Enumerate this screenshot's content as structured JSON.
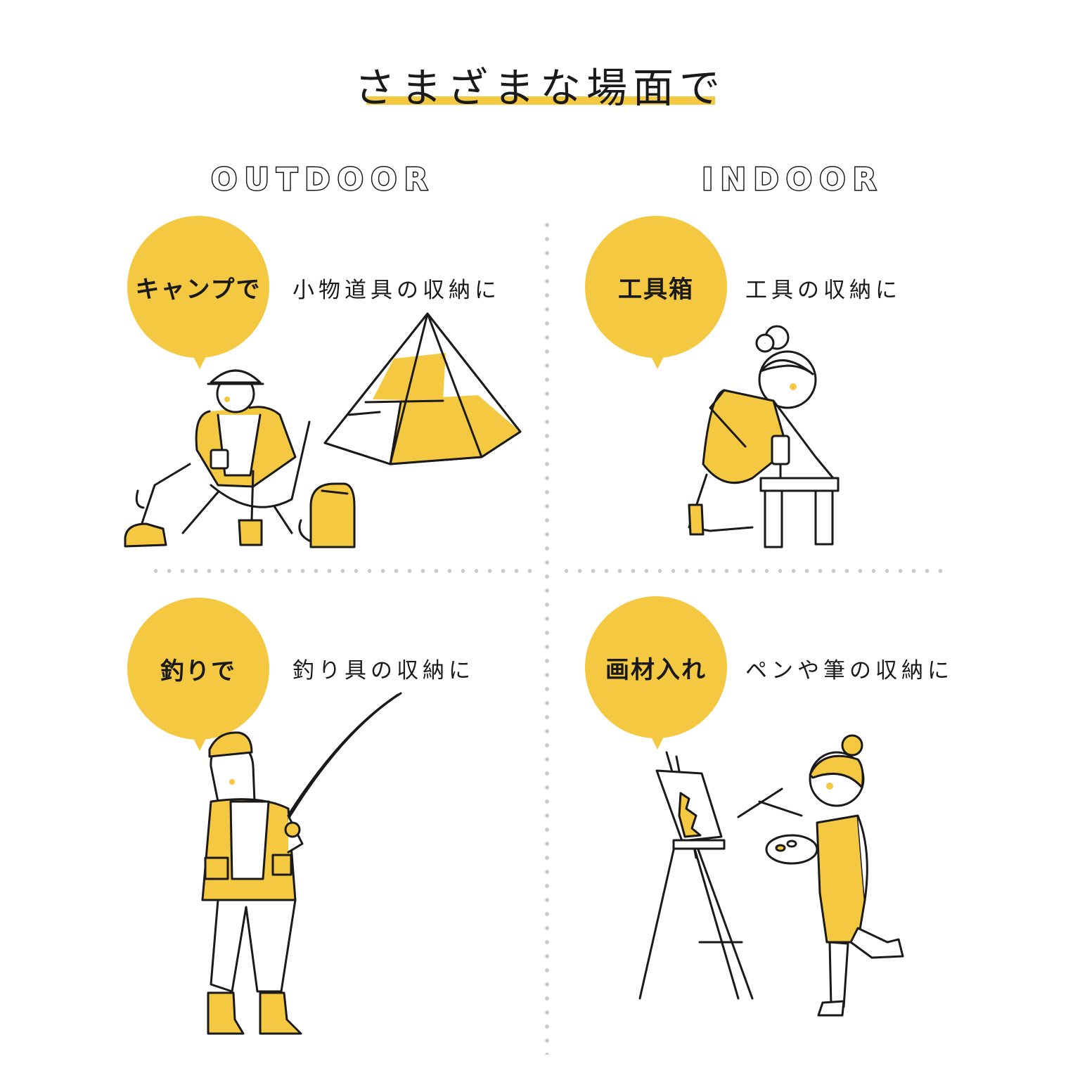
{
  "title": "さまざまな場面で",
  "sections": {
    "outdoor": "OUTDOOR",
    "indoor": "INDOOR"
  },
  "cards": [
    {
      "bubble": "キャンプで",
      "caption": "小物道具の収納に"
    },
    {
      "bubble": "工具箱",
      "caption": "工具の収納に"
    },
    {
      "bubble": "釣りで",
      "caption": "釣り具の収納に"
    },
    {
      "bubble": "画材入れ",
      "caption": "ペンや筆の収納に"
    }
  ],
  "colors": {
    "accent": "#f5c842",
    "ink": "#1a1a1a",
    "divider": "#c9c9c9"
  }
}
